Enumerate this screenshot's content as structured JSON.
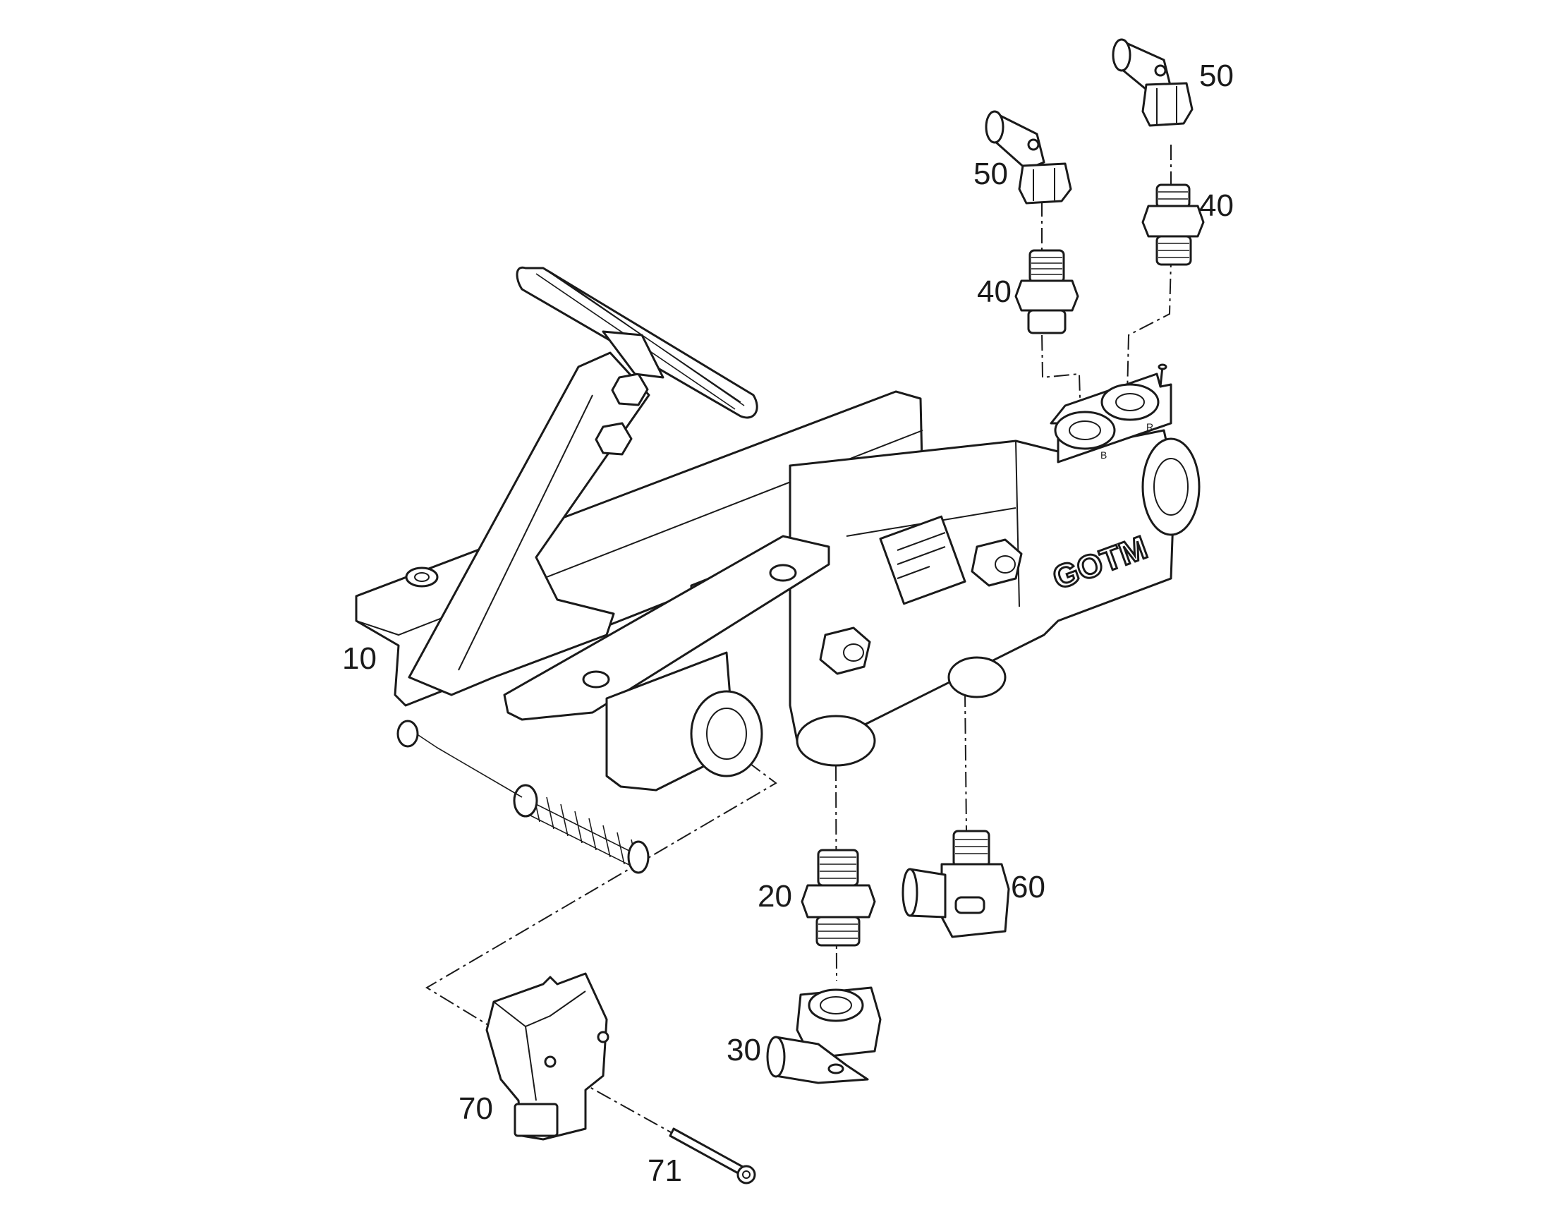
{
  "labels": {
    "part_10": "10",
    "part_20": "20",
    "part_30": "30",
    "part_40_left": "40",
    "part_40_right": "40",
    "part_50_left": "50",
    "part_50_right": "50",
    "part_60": "60",
    "part_70": "70",
    "part_71": "71"
  },
  "brand_mark": "GOTM",
  "port_marks": {
    "port_b": "B",
    "port_r": "R"
  },
  "colors": {
    "line": "#1a1a1a",
    "background": "#ffffff"
  }
}
